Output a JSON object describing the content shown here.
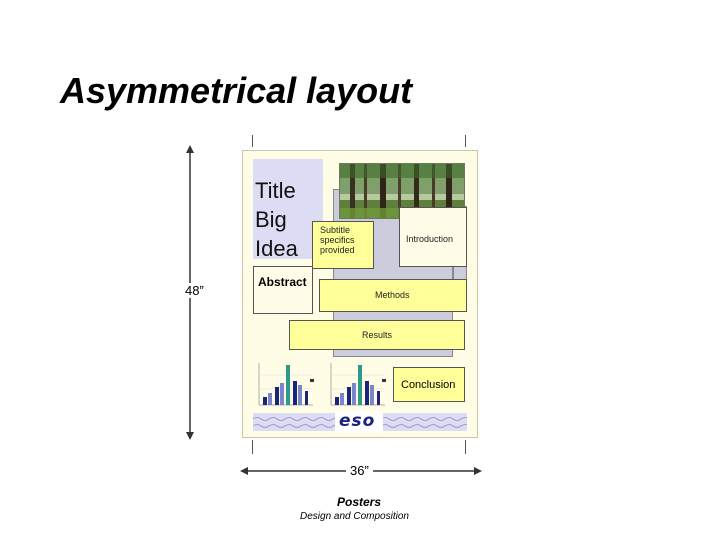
{
  "slide_title": "Asymmetrical layout",
  "poster": {
    "title_lines": [
      "Title",
      "Big",
      "Idea"
    ],
    "subtitle_lines": [
      "Subtitle",
      "specifics",
      "provided"
    ],
    "introduction": "Introduction",
    "abstract": "Abstract",
    "methods": "Methods",
    "results": "Results",
    "conclusion": "Conclusion",
    "logo_text": "eso"
  },
  "dimensions": {
    "height_label": "48”",
    "width_label": "36”"
  },
  "footer": {
    "title": "Posters",
    "subtitle": "Design and Composition"
  },
  "colors": {
    "poster_bg": "#fffde6",
    "section_yellow": "#ffff99",
    "title_block": "#dcdcf5",
    "photo_green": "#4a7a3a",
    "bar_navy": "#1a237e",
    "bar_teal": "#2e9b8a"
  }
}
